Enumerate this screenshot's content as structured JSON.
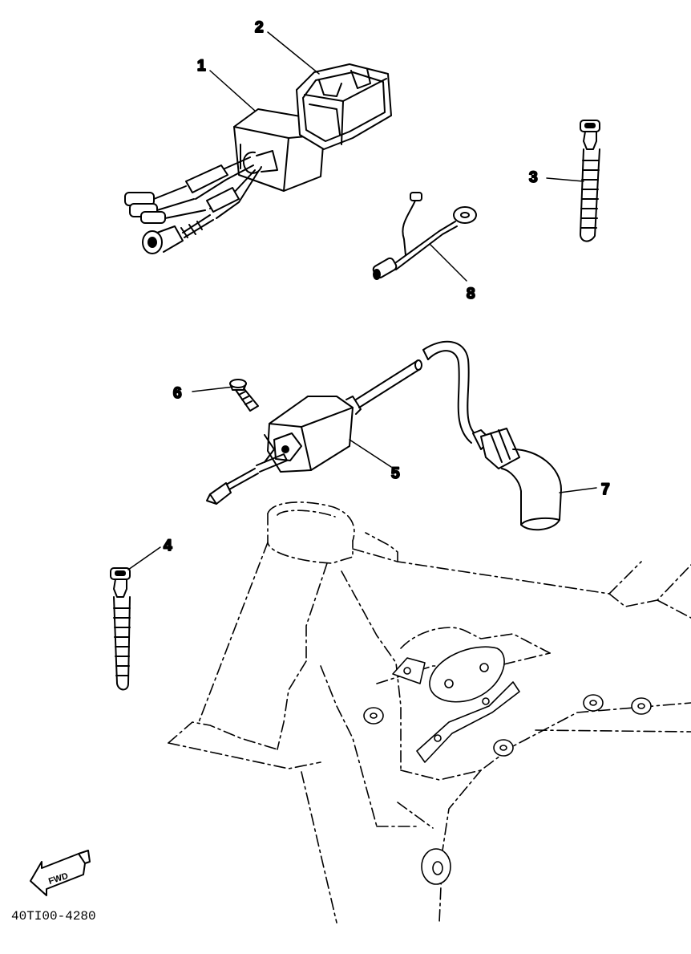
{
  "callouts": {
    "c1": "1",
    "c2": "2",
    "c3": "3",
    "c4": "4",
    "c5": "5",
    "c6": "6",
    "c7": "7",
    "c8": "8"
  },
  "fwd_label": "FWD",
  "diagram_code": "40TI00-4280"
}
